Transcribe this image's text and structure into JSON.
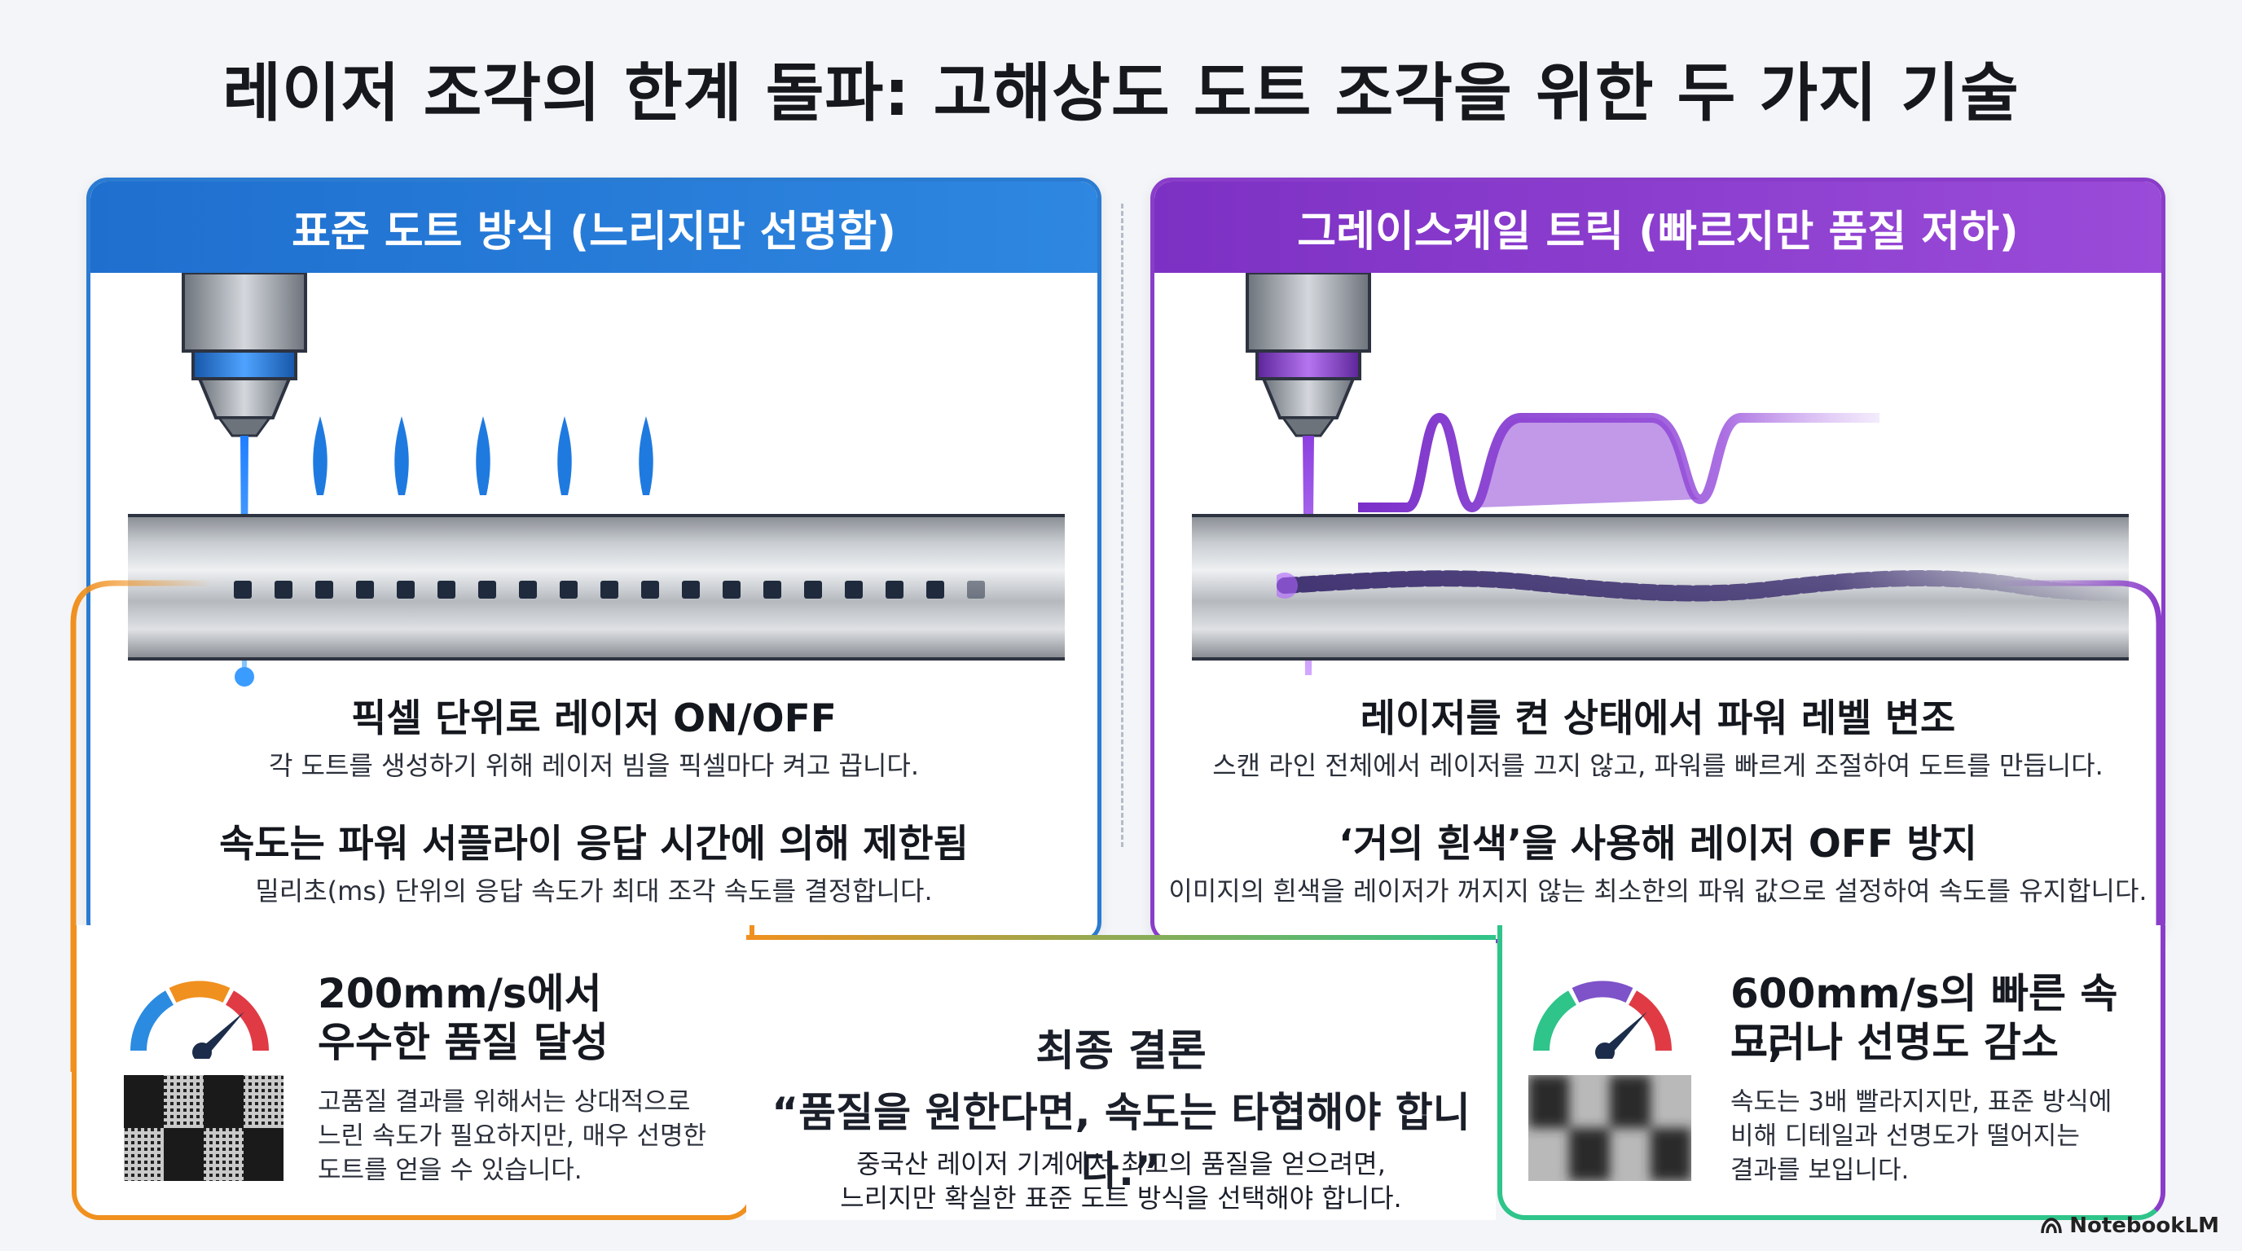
{
  "title": "레이저 조각의 한계 돌파: 고해상도 도트 조각을 위한 두 가지 기술",
  "left_panel": {
    "header": "표준 도트 방식 (느리지만 선명함)",
    "heading_1": "픽셀 단위로 레이저 ON/OFF",
    "text_1": "각 도트를 생성하기 위해 레이저 빔을 픽셀마다 켜고 끕니다.",
    "heading_2": "속도는 파워 서플라이 응답 시간에 의해 제한됨",
    "text_2": "밀리초(ms) 단위의 응답 속도가 최대 조각 속도를 결정합니다."
  },
  "right_panel": {
    "header": "그레이스케일 트릭 (빠르지만 품질 저하)",
    "heading_1": "레이저를 켠 상태에서 파워 레벨 변조",
    "text_1": "스캔 라인 전체에서 레이저를 끄지 않고, 파워를 빠르게 조절하여 도트를 만듭니다.",
    "heading_2": "‘거의 흰색’을 사용해 레이저 OFF 방지",
    "text_2": "이미지의 흰색을 레이저가 꺼지지 않는 최소한의 파워 값으로 설정하여 속도를 유지합니다."
  },
  "left_result": {
    "title_line1": "200mm/s에서",
    "title_line2": "우수한 품질 달성",
    "text_line1": "고품질 결과를 위해서는 상대적으로",
    "text_line2": "느린 속도가 필요하지만, 매우 선명한",
    "text_line3": "도트를 얻을 수 있습니다."
  },
  "right_result": {
    "title_line1": "600mm/s의 빠른 속도,",
    "title_line2": "그러나 선명도 감소",
    "text_line1": "속도는 3배 빨라지지만, 표준 방식에",
    "text_line2": "비해 디테일과 선명도가 떨어지는",
    "text_line3": "결과를 보입니다."
  },
  "conclusion": {
    "title": "최종 결론",
    "quote": "“품질을 원한다면, 속도는 타협해야 합니다.”",
    "text_line1": "중국산 레이저 기계에서 최고의 품질을 얻으려면,",
    "text_line2": "느리지만 확실한 표준 도트 방식을 선택해야 합니다."
  },
  "brand": "NotebookLM",
  "colors": {
    "blue": "#2b7bd1",
    "purple": "#8a3dc9",
    "orange": "#f0901e",
    "green": "#2ec48a"
  },
  "icons": [
    "laser-head-icon",
    "speedometer-icon",
    "checker-pattern-icon",
    "notebooklm-logo-icon"
  ]
}
